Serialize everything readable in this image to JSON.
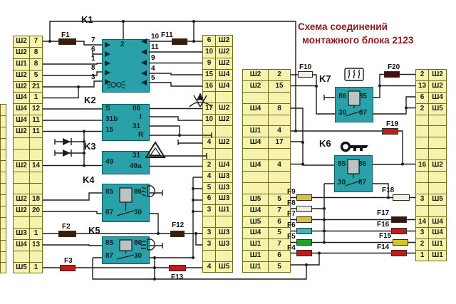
{
  "title": {
    "line1": "Схема соединений",
    "line2": "монтажного блока 2123"
  },
  "columns": {
    "col1": {
      "rows": [
        [
          "Ш2",
          "7"
        ],
        [
          "Ш2",
          "8"
        ],
        [
          "Ш1",
          "8"
        ],
        [
          "Ш2",
          "5"
        ],
        [
          "Ш2",
          "21"
        ],
        [
          "Ш4",
          "1"
        ],
        [
          "Ш4",
          "12"
        ],
        [
          "Ш4",
          "11"
        ],
        [
          "Ш2",
          "11"
        ],
        null,
        null,
        [
          "Ш2",
          "14"
        ],
        null,
        null,
        [
          "Ш2",
          "18"
        ],
        [
          "Ш2",
          "20"
        ],
        null,
        [
          "Ш3",
          "1"
        ],
        [
          "Ш4",
          "13"
        ],
        null,
        [
          "Ш5",
          "1"
        ]
      ]
    },
    "col2": {
      "rows": [
        [
          "6",
          "Ш2"
        ],
        [
          "10",
          "Ш2"
        ],
        [
          "9",
          "Ш2"
        ],
        [
          "15",
          "Ш4"
        ],
        [
          "16",
          "Ш4"
        ],
        null,
        [
          "17",
          "Ш2"
        ],
        [
          "10",
          "Ш2"
        ],
        null,
        [
          "4",
          "Ш2"
        ],
        null,
        [
          "2",
          "Ш4"
        ],
        [
          "4",
          "Ш3"
        ],
        [
          "5",
          "Ш3"
        ],
        [
          "6",
          "Ш3"
        ],
        [
          "3",
          "Ш1"
        ],
        null,
        [
          "3",
          "Ш3"
        ],
        [
          "3",
          "Ш3"
        ],
        null,
        [
          "4",
          "Ш5"
        ]
      ]
    },
    "col3": {
      "rows": [
        [
          "Ш2",
          "2"
        ],
        [
          "Ш2",
          "15"
        ],
        null,
        [
          "Ш4",
          "8"
        ],
        null,
        [
          "Ш1",
          "4"
        ],
        [
          "Ш4",
          "17"
        ],
        null,
        [
          "Ш4",
          "4"
        ],
        null,
        null,
        [
          "Ш5",
          "5"
        ],
        [
          "Ш4",
          "7"
        ],
        [
          "Ш5",
          "6"
        ],
        [
          "Ш4",
          "5"
        ],
        [
          "Ш1",
          "7"
        ],
        [
          "Ш1",
          "6"
        ],
        [
          "Ш1",
          "5"
        ]
      ]
    },
    "col4": {
      "rows": [
        [
          "2",
          "Ш2"
        ],
        [
          "13",
          "Ш2"
        ],
        [
          "6",
          "Ш4"
        ],
        [
          "2",
          "Ш5"
        ],
        null,
        null,
        null,
        null,
        [
          "16",
          "Ш2"
        ],
        null,
        null,
        [
          "3",
          "Ш5"
        ],
        null,
        [
          "14",
          "Ш4"
        ],
        [
          "3",
          "Ш4"
        ],
        [
          "2",
          "Ш1"
        ],
        [
          "1",
          "Ш1"
        ]
      ]
    }
  },
  "strip": {
    "rows": 15
  },
  "relays": {
    "k1": {
      "label": "K1",
      "pin_top": "2",
      "pins_left": [
        "7",
        "6",
        "1",
        "8",
        "3"
      ],
      "pins_right": [
        "10",
        "11",
        "9",
        "4",
        "5"
      ],
      "icon": "turn-signal-indicator-icon"
    },
    "k2": {
      "label": "K2",
      "pins_left": [
        "S",
        "31b",
        "15"
      ],
      "pins_right": [
        "86",
        "I",
        "31",
        "R"
      ],
      "icon": "wiper-icon"
    },
    "k3": {
      "label": "K3",
      "pins_left": [
        "49"
      ],
      "pins_right": [
        "31",
        "49a"
      ],
      "icon": "hazard-warning-icon"
    },
    "k4": {
      "label": "K4",
      "pins": [
        "85",
        "86",
        "87",
        "30"
      ],
      "icon": "low-beam-icon"
    },
    "k5": {
      "label": "K5",
      "pins": [
        "85",
        "86",
        "87",
        "30"
      ],
      "icon": "high-beam-icon"
    },
    "k6": {
      "label": "K6",
      "pins": [
        "85",
        "86",
        "30",
        "87"
      ],
      "icon": "ignition-key-icon"
    },
    "k7": {
      "label": "K7",
      "pins": [
        "86",
        "85",
        "30",
        "87"
      ],
      "icon": "rear-defroster-icon"
    }
  },
  "fuses": {
    "labels": {
      "F1": "F1",
      "F2": "F2",
      "F3": "F3",
      "F4": "F4",
      "F5": "F5",
      "F6": "F6",
      "F7": "F7",
      "F8": "F8",
      "F9": "F9",
      "F10": "F10",
      "F11": "F11",
      "F12": "F12",
      "F13": "F13",
      "F14": "F14",
      "F15": "F15",
      "F16": "F16",
      "F17": "F17",
      "F18": "F18",
      "F19": "F19",
      "F20": "F20"
    },
    "colors": {
      "F1": "#3a1c08",
      "F2": "#3a1c08",
      "F3": "#c81818",
      "F4": "#c81818",
      "F5": "#1ea22e",
      "F6": "#3ab9b9",
      "F7": "#d7c32a",
      "F8": "#f3efe0",
      "F9": "#d7c32a",
      "F10": "#f3efe0",
      "F11": "#3a1c08",
      "F12": "#3a1c08",
      "F13": "#c81818",
      "F14": "#c81818",
      "F15": "#d7c32a",
      "F16": "#c81818",
      "F17": "#40100a",
      "F18": "#f3efe0",
      "F19": "#c81818",
      "F20": "#40100a"
    }
  },
  "colors": {
    "relay_fill": "#2aa1a9",
    "cell_fill": "#f6f3ae",
    "cell_border": "#6e6a1e",
    "title_color": "#8b1a1a",
    "wire": "#1c1c1c"
  }
}
